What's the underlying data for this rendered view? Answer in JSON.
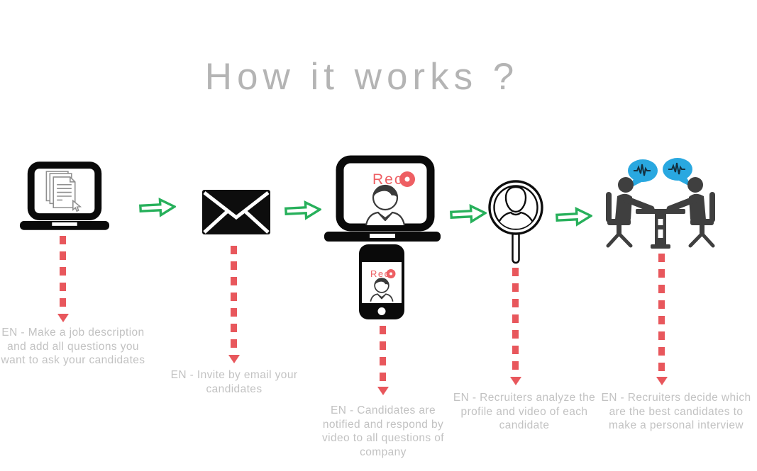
{
  "title": "How it works ?",
  "rec_label": "Rec",
  "steps": [
    {
      "name": "job-description",
      "icon": "laptop-documents-icon",
      "label": "EN - Make a job description and add all questions you want to ask your candidates"
    },
    {
      "name": "invite-by-email",
      "icon": "envelope-icon",
      "label": "EN - Invite by email your candidates"
    },
    {
      "name": "video-responses",
      "icon": "laptop-rec-icon,phone-rec-icon",
      "label": "EN - Candidates are notified and respond by video to all questions of company"
    },
    {
      "name": "analyze-profiles",
      "icon": "magnifier-person-icon",
      "label": "EN - Recruiters analyze the profile and video of each candidate"
    },
    {
      "name": "personal-interview",
      "icon": "interview-table-icon",
      "label": "EN - Recruiters decide which are the best candidates to make a personal interview"
    }
  ],
  "colors": {
    "flow_arrow_green": "#27b05b",
    "down_arrow_red": "#e8575c",
    "rec_coral": "#ee5f63",
    "bubble_blue": "#29a8e0",
    "figure_dark": "#3f3f3f",
    "icon_black": "#0a0a0a",
    "caption_gray": "#c2c2c2",
    "title_gray": "#b4b4b4"
  }
}
